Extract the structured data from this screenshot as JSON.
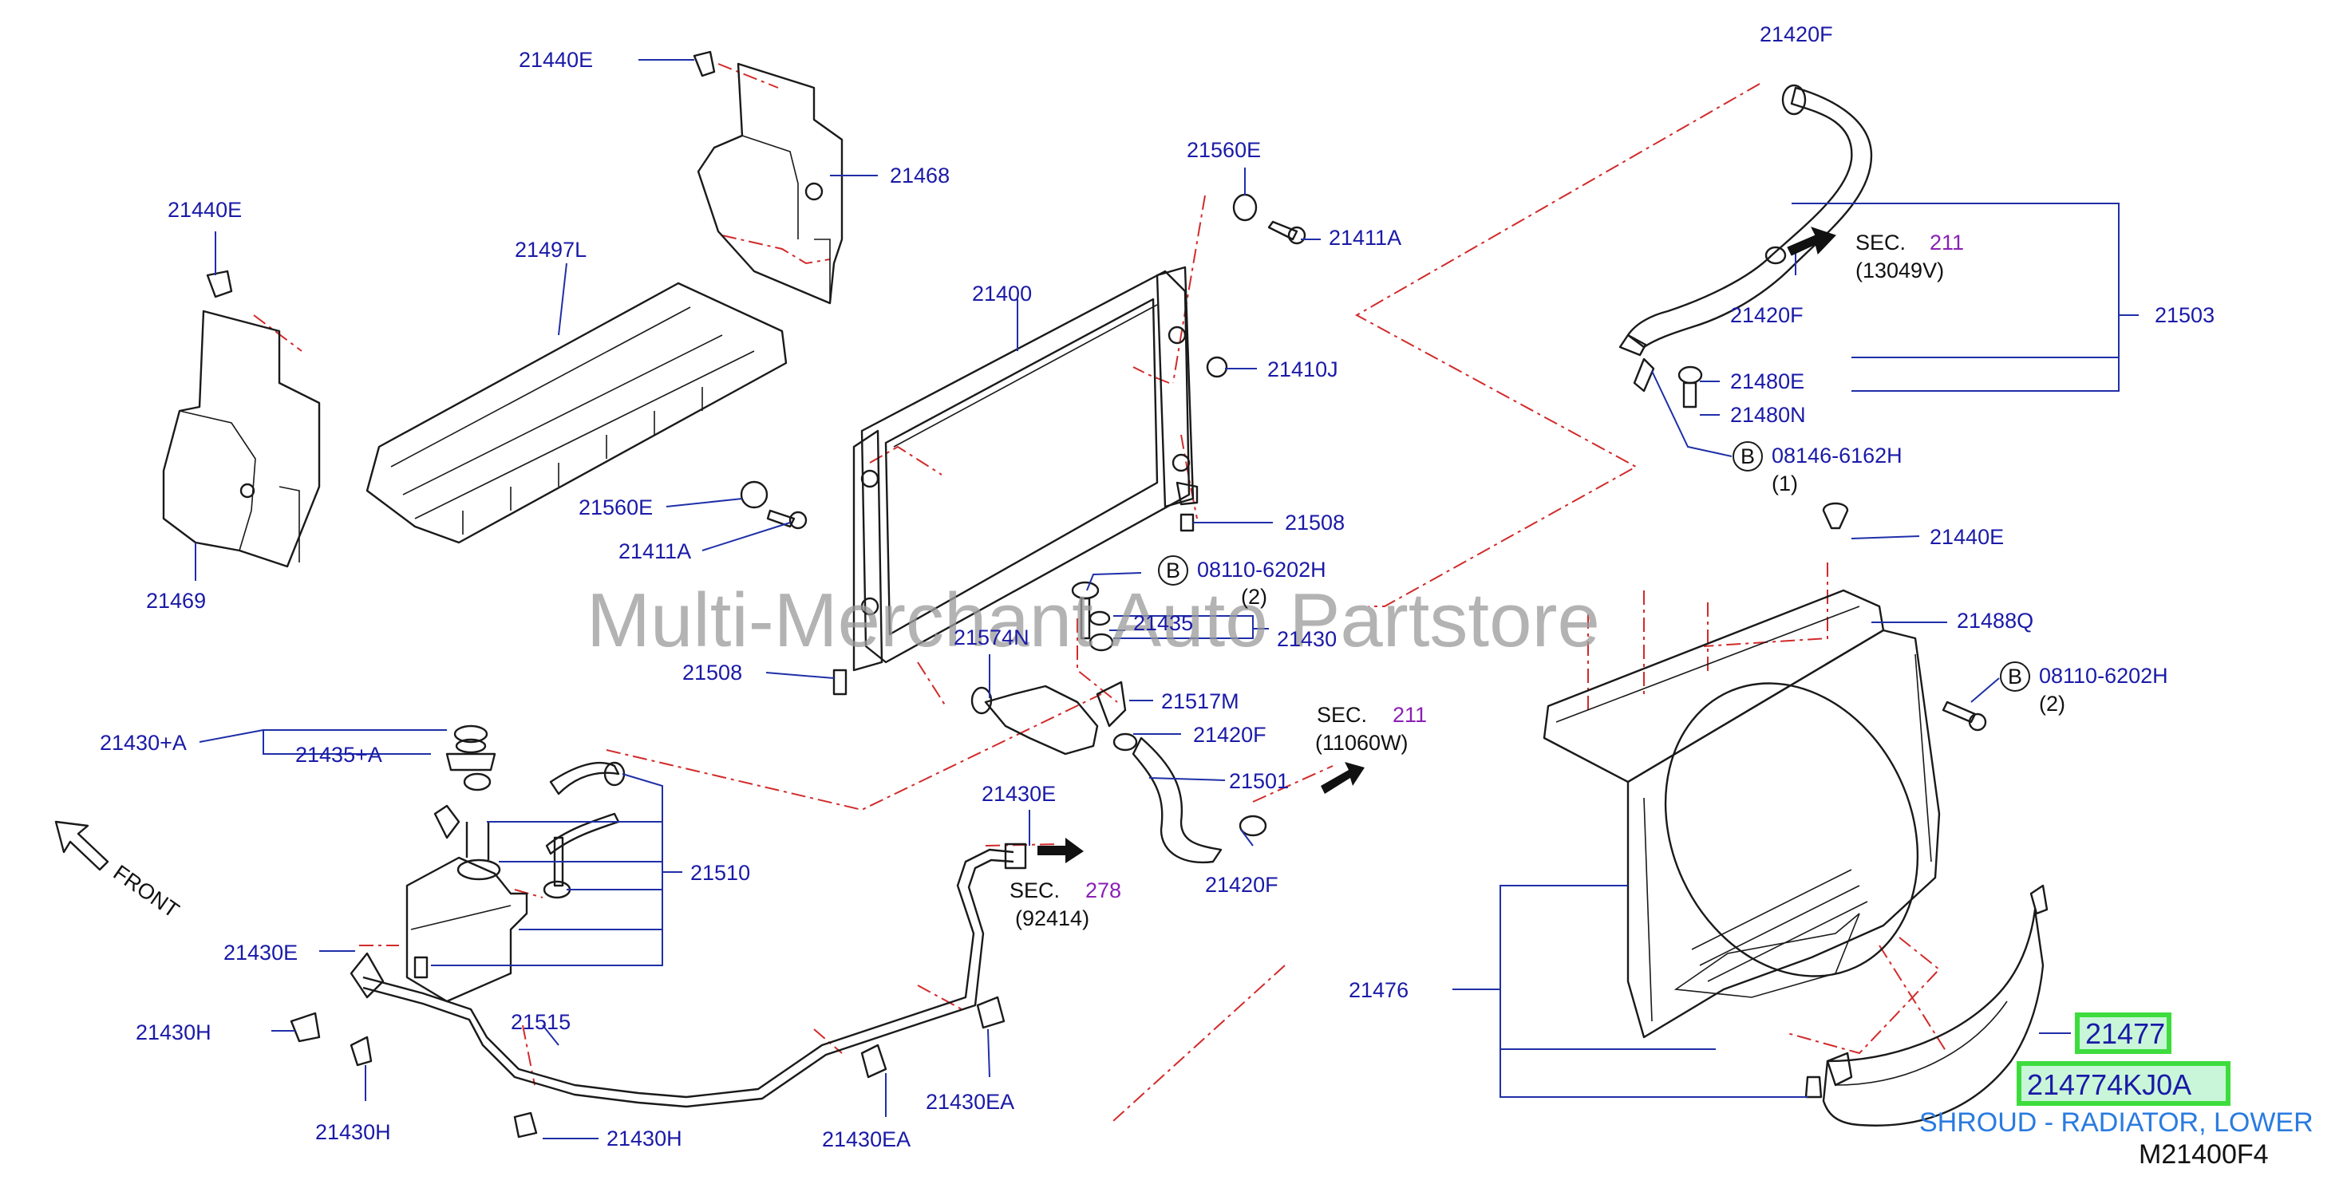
{
  "watermark": "Multi-Merchant Auto Partstore",
  "diagram_code": "M21400F4",
  "front_label": "FRONT",
  "highlight": {
    "part_number": "21477",
    "full_part_number": "214774KJ0A",
    "description": "SHROUD - RADIATOR, LOWER"
  },
  "labels": {
    "l_21440E_a": "21440E",
    "l_21468": "21468",
    "l_21440E_b": "21440E",
    "l_21497L": "21497L",
    "l_21469": "21469",
    "l_21560E_a": "21560E",
    "l_21411A_a": "21411A",
    "l_21400": "21400",
    "l_21410J": "21410J",
    "l_21560E_b": "21560E",
    "l_21411A_b": "21411A",
    "l_21508_a": "21508",
    "l_21508_b": "21508",
    "l_08110_a": "08110-6202H",
    "l_08110_a_qty": "(2)",
    "l_21435": "21435",
    "l_21430": "21430",
    "l_21574N": "21574N",
    "l_21517M": "21517M",
    "l_21420F_a": "21420F",
    "l_21420F_b": "21420F",
    "l_21420F_c": "21420F",
    "l_21420F_d": "21420F",
    "l_21501": "21501",
    "l_21503": "21503",
    "l_21480E": "21480E",
    "l_21480N": "21480N",
    "l_08146": "08146-6162H",
    "l_08146_qty": "(1)",
    "l_21440E_c": "21440E",
    "l_21488Q": "21488Q",
    "l_08110_b": "08110-6202H",
    "l_08110_b_qty": "(2)",
    "l_21476": "21476",
    "l_21430pA": "21430+A",
    "l_21435pA": "21435+A",
    "l_21510": "21510",
    "l_21430E_a": "21430E",
    "l_21430E_b": "21430E",
    "l_21430H_a": "21430H",
    "l_21430H_b": "21430H",
    "l_21430H_c": "21430H",
    "l_21515": "21515",
    "l_21430EA_a": "21430EA",
    "l_21430EA_b": "21430EA",
    "circle_b": "B"
  },
  "section_refs": {
    "sec_a": {
      "prefix": "SEC.",
      "num": "211",
      "code": "(13049V)"
    },
    "sec_b": {
      "prefix": "SEC.",
      "num": "211",
      "code": "(11060W)"
    },
    "sec_c": {
      "prefix": "SEC.",
      "num": "278",
      "code": "(92414)"
    }
  },
  "colors": {
    "label_blue": "#1a1aa8",
    "leader_blue": "#1f2fa8",
    "dash_red": "#d22a2a",
    "highlight_green": "#3ddc3d",
    "highlight_fill": "#c9f6d8",
    "description_blue": "#2a7be0",
    "section_purple": "#8a1fb5"
  }
}
